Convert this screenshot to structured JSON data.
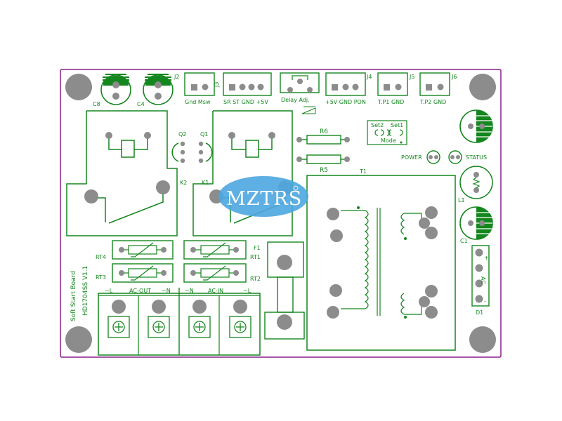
{
  "board": {
    "name": "Soft Start Board",
    "model": "HD1704SS V1.1",
    "watermark": "MZTRS",
    "colors": {
      "silk": "#14861e",
      "outline": "#8a1f8a",
      "pad": "#8c8c8c",
      "board": "#ffffff",
      "watermark": "#4da6e0"
    }
  },
  "connectors": {
    "j2": {
      "ref": "J2",
      "label": "Gnd Msw"
    },
    "j3": {
      "ref": "J3",
      "label": "SR ST GND +5V"
    },
    "delay": {
      "label": "Delay Adj."
    },
    "j4": {
      "ref": "J4",
      "label": "+5V GND PON"
    },
    "j5": {
      "ref": "J5",
      "label": "T.P1 GND"
    },
    "j6": {
      "ref": "J6",
      "label": "T.P2 GND"
    }
  },
  "components": {
    "c8": "C8",
    "c4": "C4",
    "c1": "C1",
    "q2": "Q2",
    "q1": "Q1",
    "k2": "K2",
    "k1": "K1",
    "r6": "R6",
    "r5": "R5",
    "t1": "T1",
    "l1": "L1",
    "d1": "D1",
    "f1": "F1",
    "rt1": "RT1",
    "rt2": "RT2",
    "rt3": "RT3",
    "rt4": "RT4"
  },
  "mode": {
    "set2": "Set2",
    "set1": "Set1",
    "label": "Mode"
  },
  "leds": {
    "power": "POWER",
    "status": "STATUS"
  },
  "terminals": {
    "ac_out": "AC-OUT",
    "ac_in": "AC-IN",
    "pins": [
      "~L",
      "~N",
      "~N",
      "~L"
    ]
  },
  "diode_marks": {
    "plus": "+",
    "minus": "-",
    "ac": "AC"
  }
}
